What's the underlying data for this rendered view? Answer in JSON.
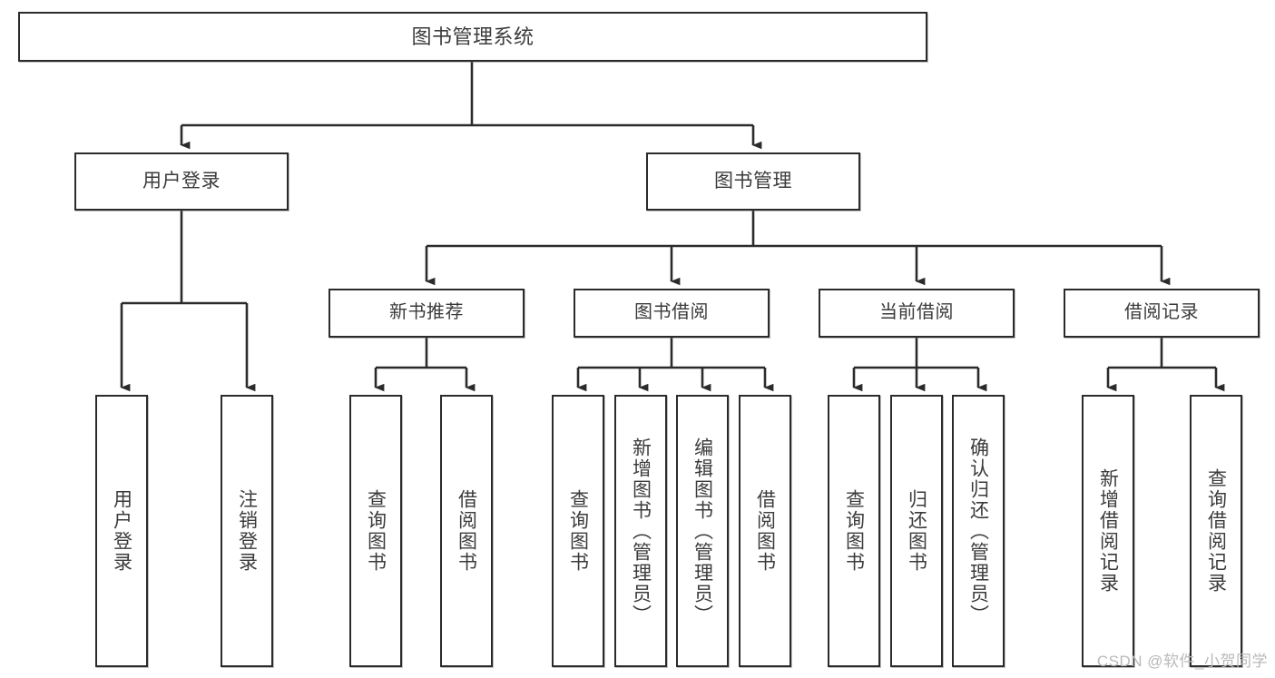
{
  "diagram": {
    "title": "图书管理系统",
    "type": "tree",
    "watermark": "CSDN @软件_小贺同学",
    "colors": {
      "stroke": "#2b2b2b",
      "text": "#3b3b3b",
      "background": "#ffffff",
      "watermark": "#b9b9b9"
    },
    "nodes": {
      "root": {
        "label": "图书管理系统"
      },
      "level2": [
        {
          "label": "用户登录"
        },
        {
          "label": "图书管理"
        }
      ],
      "level3": [
        {
          "label": "新书推荐"
        },
        {
          "label": "图书借阅"
        },
        {
          "label": "当前借阅"
        },
        {
          "label": "借阅记录"
        }
      ],
      "leaves": {
        "user_login": [
          {
            "label": "用户登录"
          },
          {
            "label": "注销登录"
          }
        ],
        "new_book": [
          {
            "label": "查询图书"
          },
          {
            "label": "借阅图书"
          }
        ],
        "book_borrow": [
          {
            "label": "查询图书"
          },
          {
            "label": "新增图书（管理员）"
          },
          {
            "label": "编辑图书（管理员）"
          },
          {
            "label": "借阅图书"
          }
        ],
        "current_borrow": [
          {
            "label": "查询图书"
          },
          {
            "label": "归还图书"
          },
          {
            "label": "确认归还（管理员）"
          }
        ],
        "borrow_record": [
          {
            "label": "新增借阅记录"
          },
          {
            "label": "查询借阅记录"
          }
        ]
      }
    }
  }
}
